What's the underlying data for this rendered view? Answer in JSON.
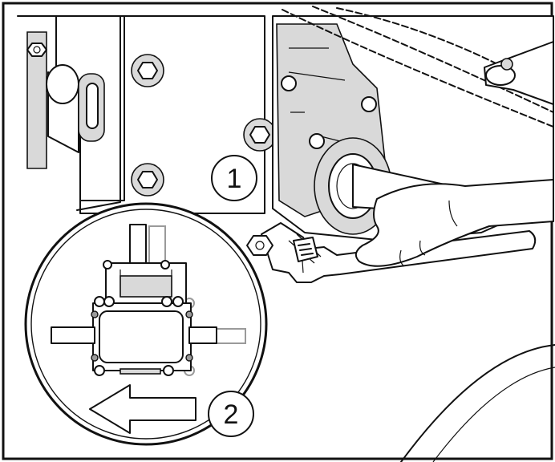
{
  "callouts": [
    {
      "id": "step-1",
      "label": "1"
    },
    {
      "id": "step-2",
      "label": "2"
    }
  ],
  "icons": [
    "wrench-icon",
    "arrow-left-icon",
    "gearbox-icon",
    "hand-icon",
    "nut-icon",
    "chain-icon"
  ],
  "colors": {
    "ink": "#111111",
    "paper": "#ffffff",
    "shade": "#d9d9d9",
    "ghost": "#9a9a9a"
  }
}
